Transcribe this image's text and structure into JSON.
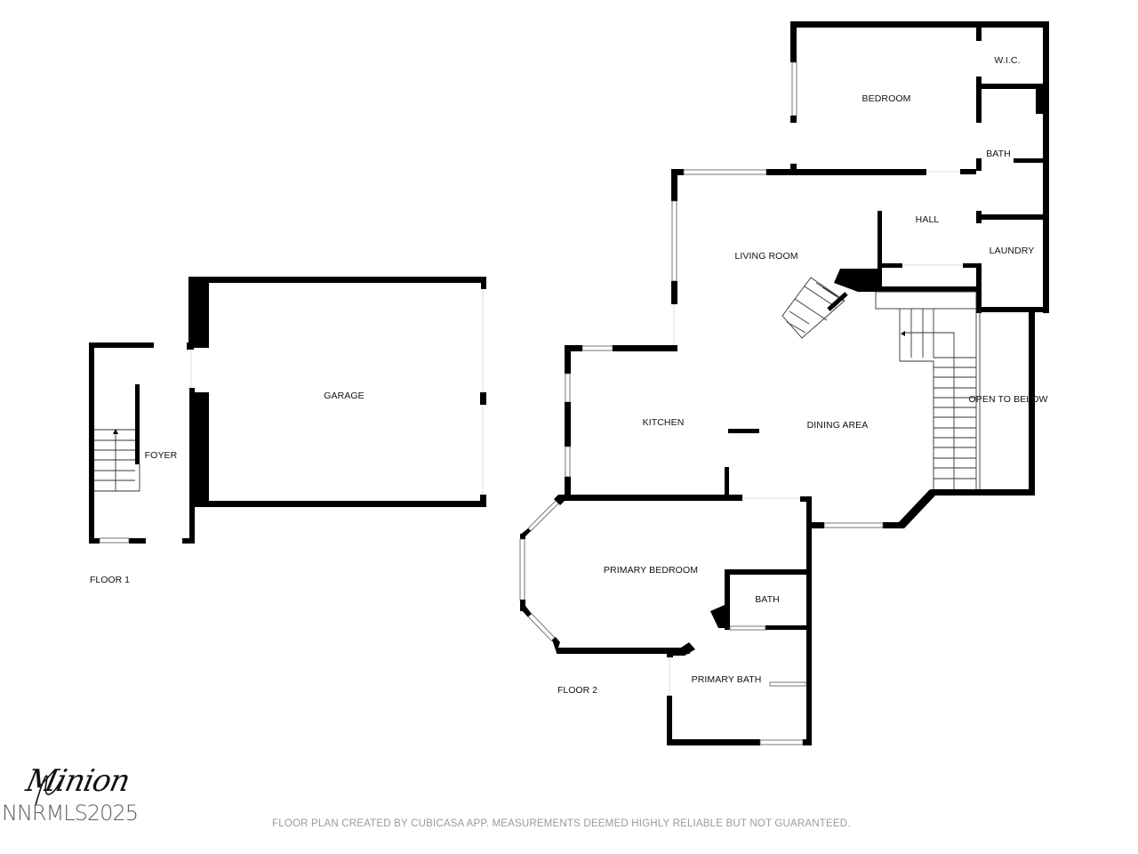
{
  "watermark": {
    "script_text": "Minion",
    "mark_text": "NNRMLS2025"
  },
  "disclaimer": "FLOOR PLAN CREATED BY CUBICASA APP. MEASUREMENTS DEEMED HIGHLY RELIABLE BUT NOT GUARANTEED.",
  "floors": [
    {
      "label": "FLOOR 1",
      "rooms": [
        {
          "name": "FOYER"
        },
        {
          "name": "GARAGE"
        }
      ]
    },
    {
      "label": "FLOOR 2",
      "rooms": [
        {
          "name": "BEDROOM"
        },
        {
          "name": "W.I.C."
        },
        {
          "name": "BATH"
        },
        {
          "name": "HALL"
        },
        {
          "name": "LAUNDRY"
        },
        {
          "name": "LIVING ROOM"
        },
        {
          "name": "OPEN TO BELOW"
        },
        {
          "name": "KITCHEN"
        },
        {
          "name": "DINING AREA"
        },
        {
          "name": "PRIMARY BEDROOM"
        },
        {
          "name": "BATH"
        },
        {
          "name": "PRIMARY BATH"
        }
      ]
    }
  ],
  "colors": {
    "wall": "#000000",
    "background": "#ffffff",
    "disclaimer_text": "#9a9a9a"
  }
}
